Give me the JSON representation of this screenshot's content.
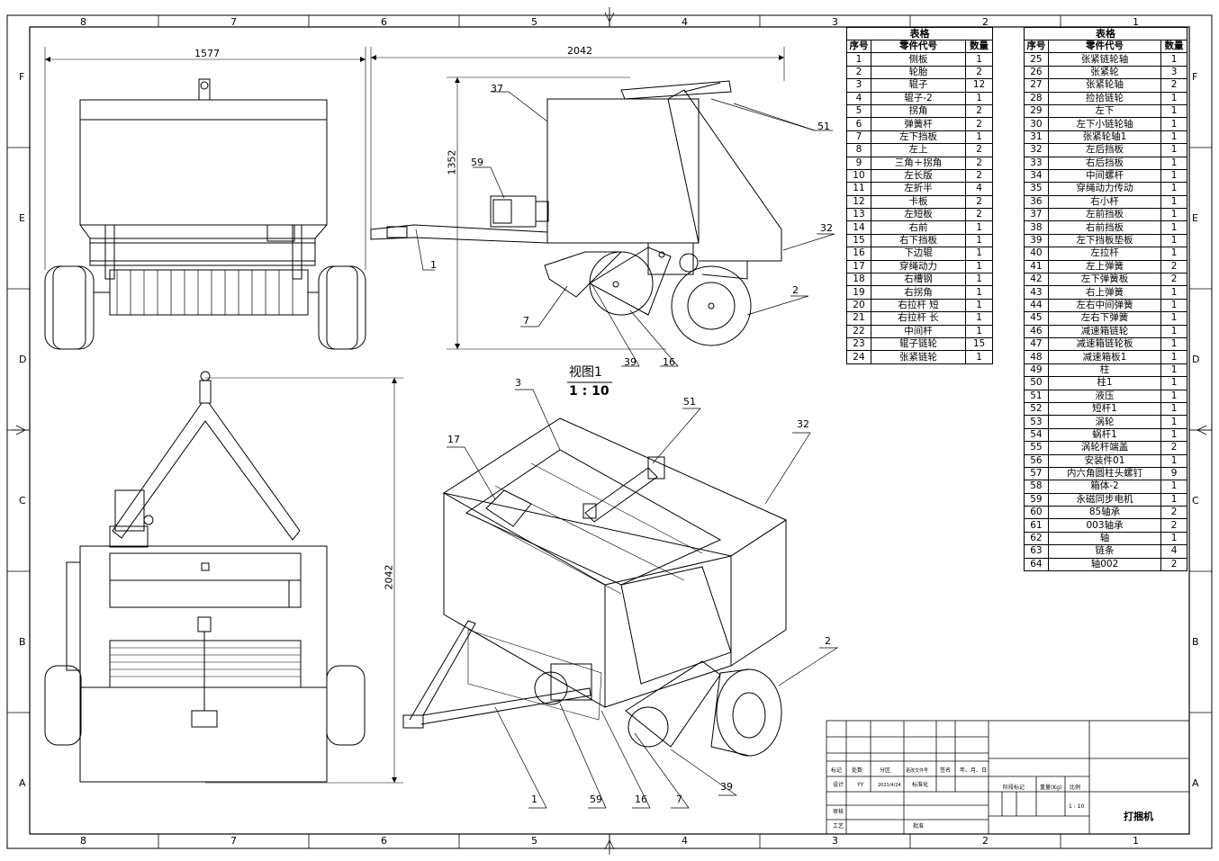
{
  "frame": {
    "zones_top": [
      "8",
      "7",
      "6",
      "5",
      "4",
      "3",
      "2",
      "1"
    ],
    "zones_side": [
      "F",
      "E",
      "D",
      "C",
      "B",
      "A"
    ]
  },
  "dimensions": {
    "front_width": "1577",
    "side_length": "2042",
    "side_height": "1352",
    "plan_length": "2042"
  },
  "view_title": {
    "name": "视图1",
    "scale": "1 : 10"
  },
  "balloons_side": [
    "37",
    "59",
    "1",
    "51",
    "32",
    "2",
    "7",
    "39",
    "16"
  ],
  "balloons_iso": [
    "3",
    "51",
    "17",
    "32",
    "2",
    "1",
    "59",
    "16",
    "7",
    "39"
  ],
  "bom_left": {
    "caption": "表格",
    "headers": [
      "序号",
      "零件代号",
      "数量"
    ],
    "rows": [
      [
        "1",
        "侧板",
        "1"
      ],
      [
        "2",
        "轮胎",
        "2"
      ],
      [
        "3",
        "辊子",
        "12"
      ],
      [
        "4",
        "辊子-2",
        "1"
      ],
      [
        "5",
        "拐角",
        "2"
      ],
      [
        "6",
        "弹簧杆",
        "2"
      ],
      [
        "7",
        "左下挡板",
        "1"
      ],
      [
        "8",
        "左上",
        "2"
      ],
      [
        "9",
        "三角＋拐角",
        "2"
      ],
      [
        "10",
        "左长版",
        "2"
      ],
      [
        "11",
        "左折半",
        "4"
      ],
      [
        "12",
        "卡板",
        "2"
      ],
      [
        "13",
        "左短板",
        "2"
      ],
      [
        "14",
        "右前",
        "1"
      ],
      [
        "15",
        "右下挡板",
        "1"
      ],
      [
        "16",
        "下边辊",
        "1"
      ],
      [
        "17",
        "穿绳动力",
        "1"
      ],
      [
        "18",
        "右槽钢",
        "1"
      ],
      [
        "19",
        "右拐角",
        "1"
      ],
      [
        "20",
        "右拉杆 短",
        "1"
      ],
      [
        "21",
        "右拉杆 长",
        "1"
      ],
      [
        "22",
        "中间杆",
        "1"
      ],
      [
        "23",
        "辊子链轮",
        "15"
      ],
      [
        "24",
        "张紧链轮",
        "1"
      ]
    ]
  },
  "bom_right": {
    "caption": "表格",
    "headers": [
      "序号",
      "零件代号",
      "数量"
    ],
    "rows": [
      [
        "25",
        "张紧链轮轴",
        "1"
      ],
      [
        "26",
        "张紧轮",
        "3"
      ],
      [
        "27",
        "张紧轮轴",
        "2"
      ],
      [
        "28",
        "捡拾链轮",
        "1"
      ],
      [
        "29",
        "左下",
        "1"
      ],
      [
        "30",
        "左下小链轮轴",
        "1"
      ],
      [
        "31",
        "张紧轮轴1",
        "1"
      ],
      [
        "32",
        "左后挡板",
        "1"
      ],
      [
        "33",
        "右后挡板",
        "1"
      ],
      [
        "34",
        "中间螺杆",
        "1"
      ],
      [
        "35",
        "穿绳动力传动",
        "1"
      ],
      [
        "36",
        "右小杆",
        "1"
      ],
      [
        "37",
        "左前挡板",
        "1"
      ],
      [
        "38",
        "右前挡板",
        "1"
      ],
      [
        "39",
        "左下挡板垫板",
        "1"
      ],
      [
        "40",
        "左拉杆",
        "1"
      ],
      [
        "41",
        "左上弹簧",
        "2"
      ],
      [
        "42",
        "左下弹簧板",
        "2"
      ],
      [
        "43",
        "右上弹簧",
        "1"
      ],
      [
        "44",
        "左右中间弹簧",
        "1"
      ],
      [
        "45",
        "左右下弹簧",
        "1"
      ],
      [
        "46",
        "减速箱链轮",
        "1"
      ],
      [
        "47",
        "减速箱链轮板",
        "1"
      ],
      [
        "48",
        "减速箱板1",
        "1"
      ],
      [
        "49",
        "柱",
        "1"
      ],
      [
        "50",
        "柱1",
        "1"
      ],
      [
        "51",
        "液压",
        "1"
      ],
      [
        "52",
        "短杆1",
        "1"
      ],
      [
        "53",
        "涡轮",
        "1"
      ],
      [
        "54",
        "蜗杆1",
        "1"
      ],
      [
        "55",
        "涡轮杆端盖",
        "2"
      ],
      [
        "56",
        "安装件01",
        "1"
      ],
      [
        "57",
        "内六角圆柱头螺钉",
        "9"
      ],
      [
        "58",
        "箱体-2",
        "1"
      ],
      [
        "59",
        "永磁同步电机",
        "1"
      ],
      [
        "60",
        "85轴承",
        "2"
      ],
      [
        "61",
        "003轴承",
        "2"
      ],
      [
        "62",
        "轴",
        "1"
      ],
      [
        "63",
        "链条",
        "4"
      ],
      [
        "64",
        "轴002",
        "2"
      ]
    ]
  },
  "title_block": {
    "col_labels": [
      "标记",
      "处数",
      "分区",
      "更改文件号",
      "签名",
      "年、月、日"
    ],
    "designer_label": "设计",
    "designer": "YY",
    "date": "2021/4/24",
    "std_label": "标准化",
    "review_label": "审核",
    "process_label": "工艺",
    "approve_label": "批准",
    "stage_label": "阶段标记",
    "weight_label": "重量(Kg)",
    "scale_label": "比例",
    "scale": "1 : 10",
    "drawing_name": "打捆机"
  }
}
